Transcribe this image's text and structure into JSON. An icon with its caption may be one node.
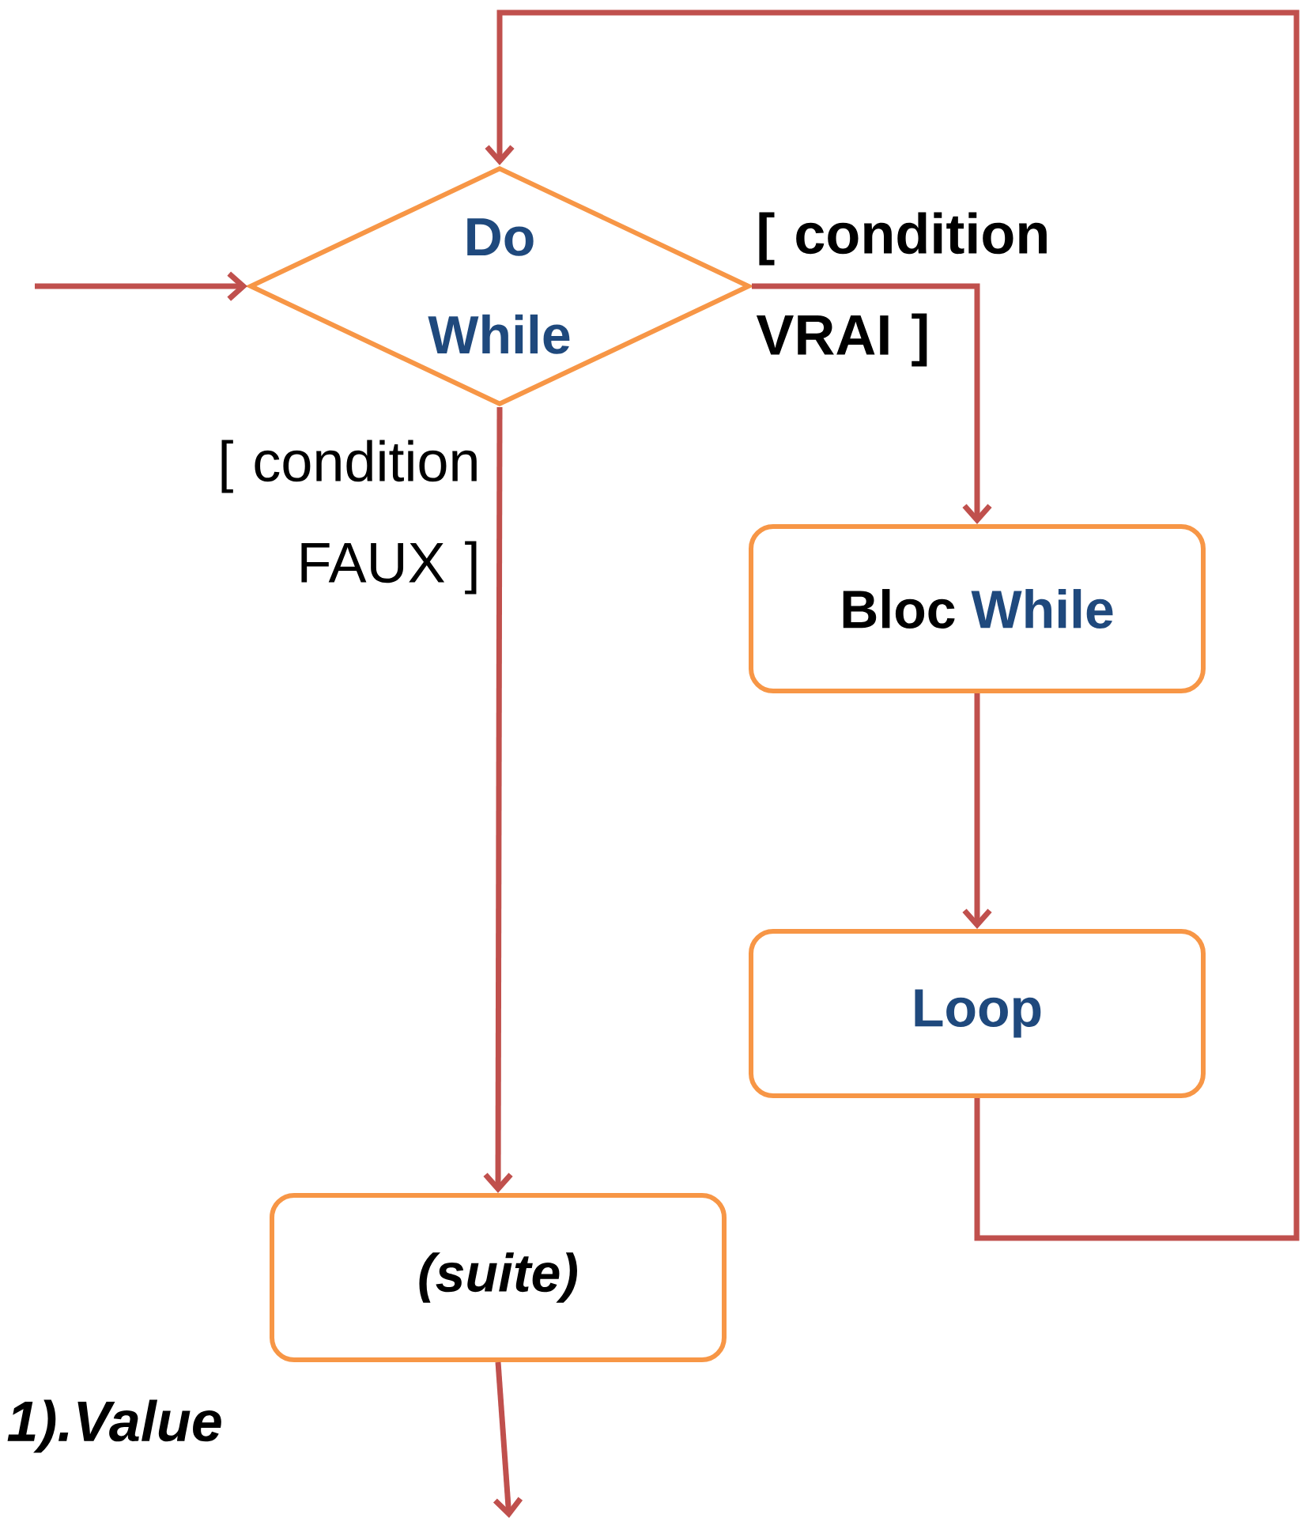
{
  "diagram": {
    "nodes": [
      {
        "text": [
          "Do While"
        ]
      },
      {
        "text": [
          "Bloc",
          "While"
        ]
      },
      {
        "text": [
          "Loop"
        ]
      },
      {
        "text": [
          "(suite)"
        ]
      }
    ],
    "edges": [
      {
        "from": null,
        "to": 0,
        "arrow": "to"
      },
      {
        "from": 0,
        "to": 1,
        "arrow": "to",
        "label": "[ condition VRAI ]"
      },
      {
        "from": 1,
        "to": 2,
        "arrow": "to"
      },
      {
        "from": 2,
        "to": 0,
        "arrow": "to"
      },
      {
        "from": 0,
        "to": 3,
        "arrow": "to",
        "label": "[ condition FAUX ]"
      },
      {
        "from": 3,
        "to": null,
        "arrow": "to"
      }
    ],
    "labels": [
      "1).Value"
    ]
  }
}
